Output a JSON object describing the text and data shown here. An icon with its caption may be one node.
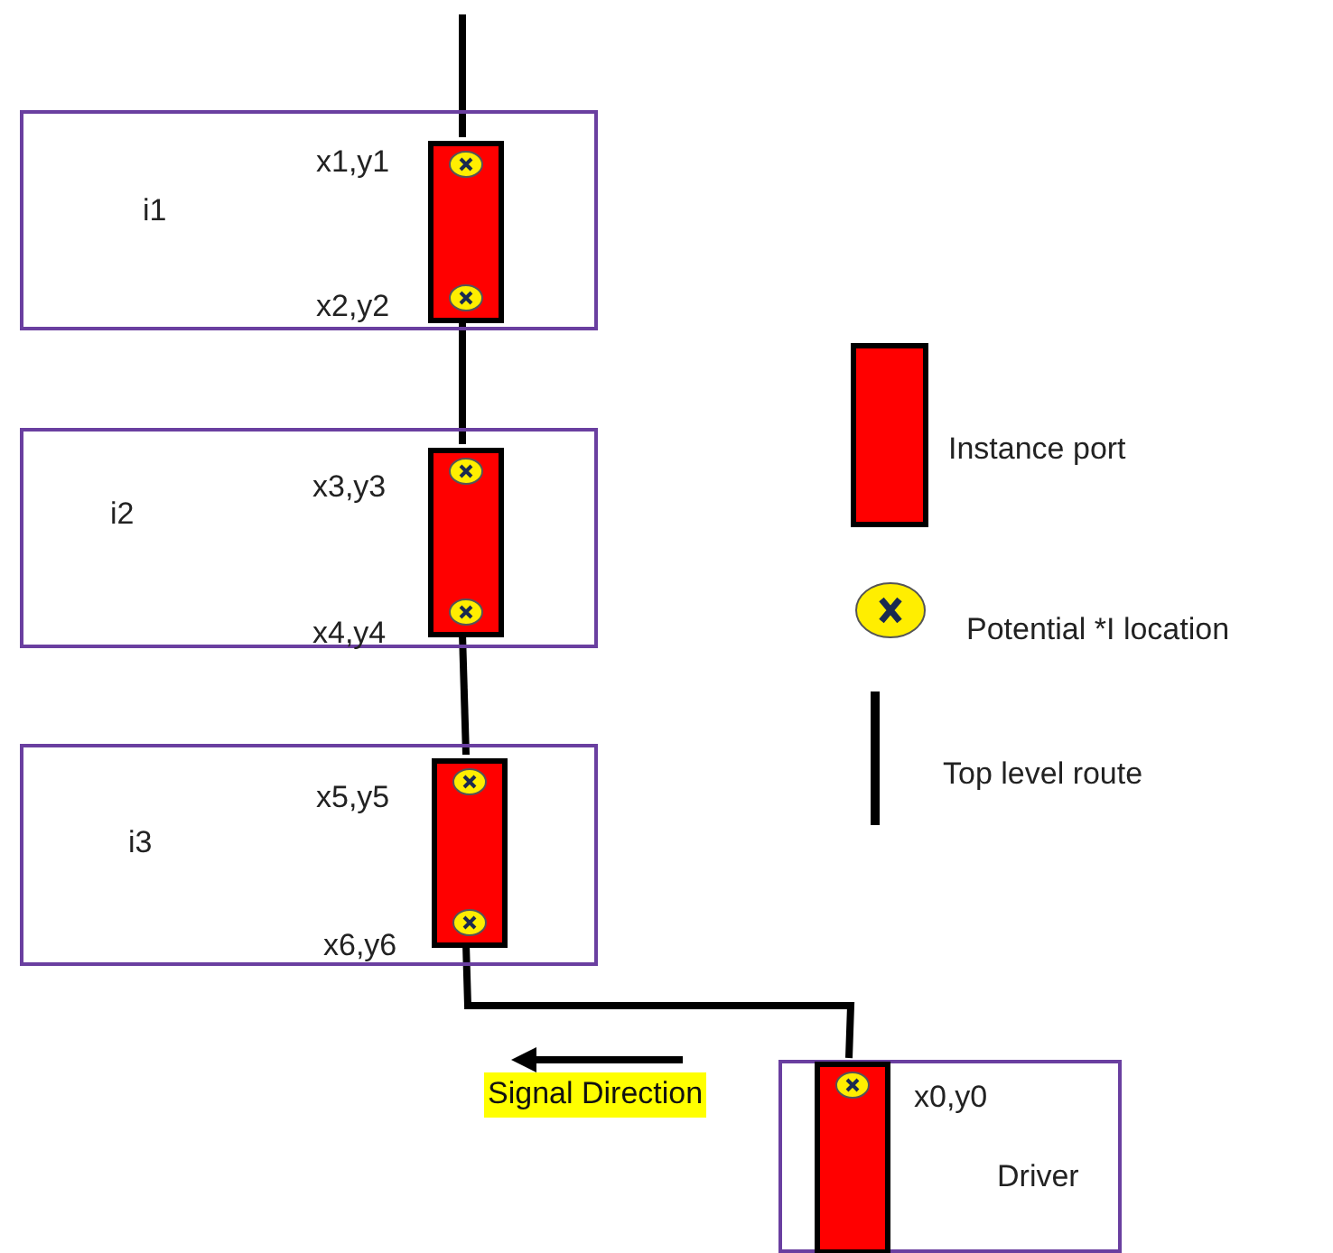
{
  "diagram": {
    "nodes": [
      {
        "text": [
          "i1",
          "x1,y1",
          "x2,y2"
        ]
      },
      {
        "text": [],
        "shape": "bar",
        "in": 0
      },
      {
        "text": [
          "i2",
          "x3,y3",
          "x4,y4"
        ]
      },
      {
        "text": [],
        "shape": "bar",
        "in": 2
      },
      {
        "text": [
          "i3",
          "x5,y5",
          "x6,y6"
        ]
      },
      {
        "text": [],
        "shape": "bar",
        "in": 4
      },
      {
        "text": [
          "x0,y0",
          "Driver"
        ]
      },
      {
        "text": [],
        "shape": "bar",
        "in": 6
      }
    ],
    "edges": [
      {
        "from": null,
        "to": 1,
        "arrow": "none"
      },
      {
        "from": 1,
        "to": 3,
        "arrow": "none"
      },
      {
        "from": 3,
        "to": 5,
        "arrow": "none"
      },
      {
        "from": 5,
        "to": 7,
        "arrow": "none"
      }
    ],
    "labels": [
      "Signal Direction"
    ],
    "legend": [
      {
        "text": "Instance port",
        "color": "#ff0000"
      },
      {
        "text": "Potential *I location"
      },
      {
        "text": "Top level route"
      }
    ]
  }
}
